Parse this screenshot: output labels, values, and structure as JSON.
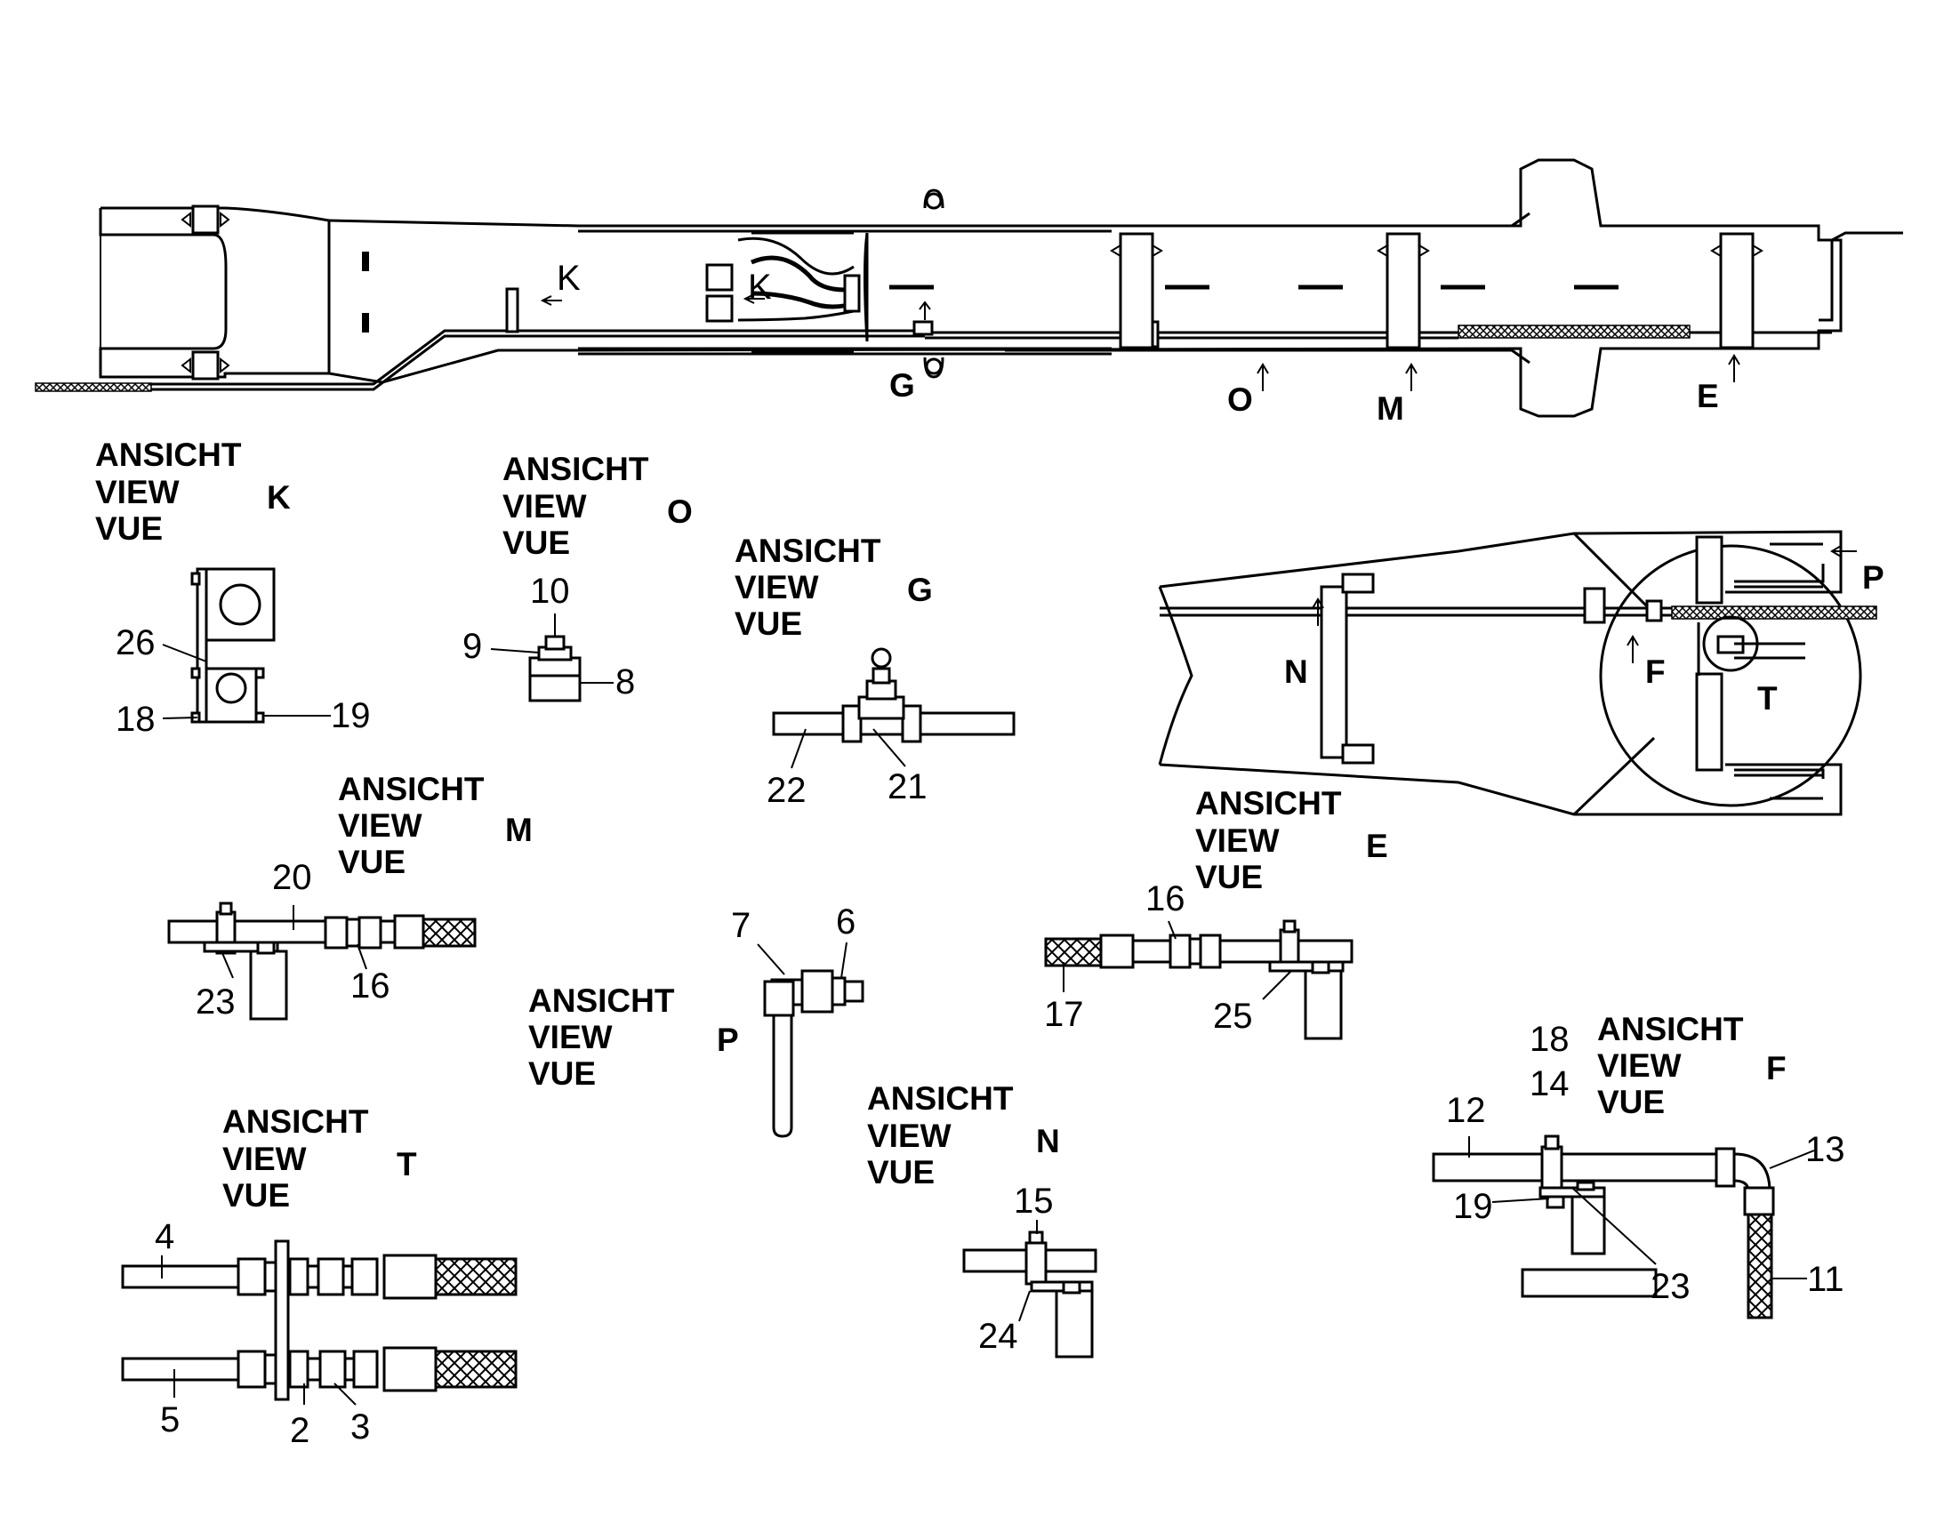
{
  "main_drawing": {
    "view_markers": [
      {
        "id": "G",
        "text": "G"
      },
      {
        "id": "O",
        "text": "O"
      },
      {
        "id": "M",
        "text": "M"
      },
      {
        "id": "E",
        "text": "E"
      }
    ],
    "k_labels": [
      "K",
      "K"
    ]
  },
  "header_lines": [
    "ANSICHT",
    "VIEW",
    "VUE"
  ],
  "views": {
    "K": {
      "letter": "K",
      "parts": [
        "26",
        "18",
        "19"
      ]
    },
    "O": {
      "letter": "O",
      "parts": [
        "10",
        "9",
        "8"
      ]
    },
    "G": {
      "letter": "G",
      "parts": [
        "22",
        "21"
      ]
    },
    "M": {
      "letter": "M",
      "parts": [
        "20",
        "23",
        "16"
      ]
    },
    "P": {
      "letter": "P",
      "parts": [
        "7",
        "6"
      ]
    },
    "E": {
      "letter": "E",
      "parts": [
        "16",
        "17",
        "25"
      ]
    },
    "T": {
      "letter": "T",
      "parts": [
        "4",
        "5",
        "2",
        "3"
      ]
    },
    "N": {
      "letter": "N",
      "parts": [
        "15",
        "24"
      ]
    },
    "F": {
      "letter": "F",
      "parts": [
        "18",
        "14",
        "12",
        "13",
        "19",
        "23",
        "11"
      ]
    }
  },
  "detail_callouts": {
    "P": "P",
    "N": "N",
    "F": "F",
    "T": "T"
  }
}
